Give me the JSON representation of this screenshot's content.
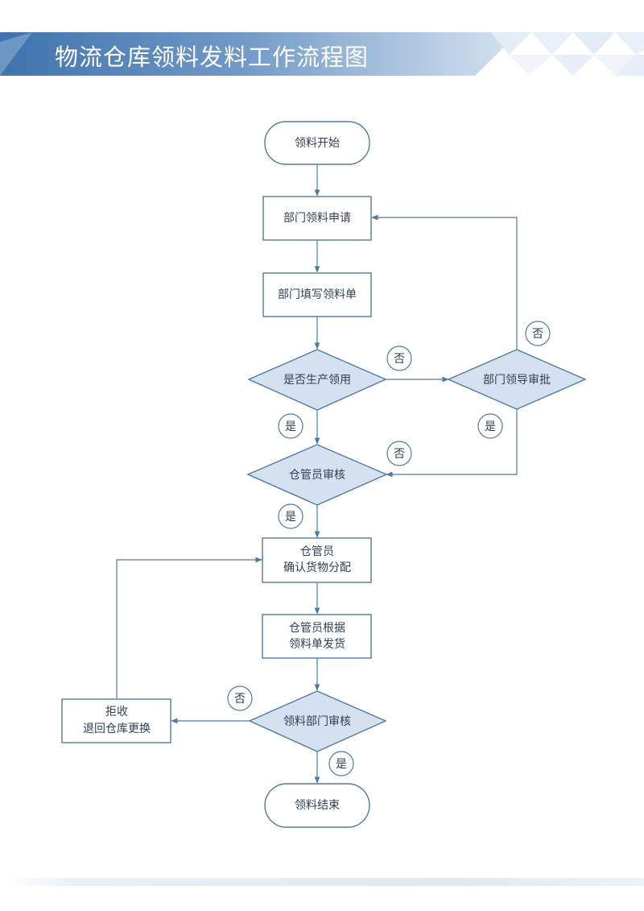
{
  "header": {
    "title": "物流仓库领料发料工作流程图"
  },
  "nodes": {
    "start": "领料开始",
    "dept_request": "部门领料申请",
    "fill_form": "部门填写领料单",
    "is_production": "是否生产领用",
    "dept_leader": "部门领导审批",
    "keeper_review": "仓管员审核",
    "keeper_confirm_1": "仓管员",
    "keeper_confirm_2": "确认货物分配",
    "keeper_ship_1": "仓管员根据",
    "keeper_ship_2": "领料单发货",
    "dept_check": "领料部门审核",
    "reject_1": "拒收",
    "reject_2": "退回仓库更换",
    "end": "领料结束"
  },
  "labels": {
    "no_1": "否",
    "no_2": "否",
    "no_3": "否",
    "no_4": "否",
    "yes_1": "是",
    "yes_2": "是",
    "yes_3": "是",
    "yes_4": "是"
  },
  "colors": {
    "line": "#4f7aa6",
    "diamond_fill": "#d4e1ee",
    "header_gradient_start": "#3f73ad",
    "header_gradient_end": "#c6d7ea",
    "text": "#2f3f55"
  }
}
